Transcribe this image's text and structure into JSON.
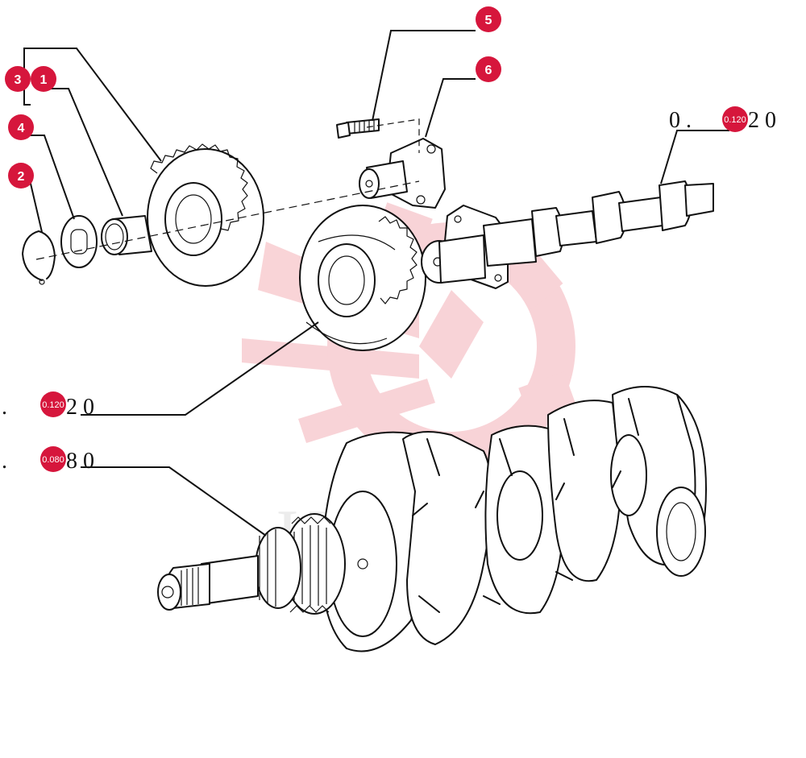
{
  "colors": {
    "callout": "#d6163c",
    "ink": "#111111",
    "watermark": "#ee8d97",
    "watermark_text": "#cfcfcf"
  },
  "callouts": [
    {
      "id": "callout-1",
      "label": "1"
    },
    {
      "id": "callout-2",
      "label": "2"
    },
    {
      "id": "callout-3",
      "label": "3"
    },
    {
      "id": "callout-4",
      "label": "4"
    },
    {
      "id": "callout-5",
      "label": "5"
    },
    {
      "id": "callout-6",
      "label": "6"
    }
  ],
  "references": {
    "camshaft": {
      "prefix": "0 .",
      "badge": "0.120",
      "suffix": "2 0"
    },
    "cam_gear": {
      "prefix": ".",
      "badge": "0.120",
      "suffix": "2 0"
    },
    "crankshaft": {
      "prefix": ".",
      "badge": "0.080",
      "suffix": "8 0"
    }
  },
  "watermark": {
    "text": "UNITEX",
    "icon": "gear-wrench-logo"
  }
}
